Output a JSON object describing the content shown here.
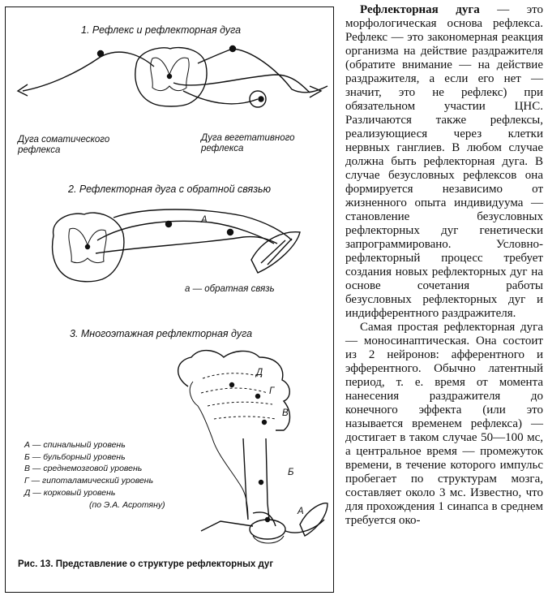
{
  "figure": {
    "panel1_title": "1. Рефлекс и рефлекторная дуга",
    "somatic_label": "Дуга соматического рефлекса",
    "vegetative_label": "Дуга вегетативного рефлекса",
    "panel2_title": "2. Рефлекторная дуга с обратной связью",
    "label_A": "А",
    "feedback_label": "а — обратная связь",
    "panel3_title": "3. Многоэтажная рефлекторная дуга",
    "legend": [
      "А — спинальный уровень",
      "Б — бульборный уровень",
      "В — среднемозговой уровень",
      "Г — гипоталамический уровень",
      "Д — корковый уровень"
    ],
    "source": "(по Э.А. Асротяну)",
    "level_labels": {
      "D": "Д",
      "G": "Г",
      "V": "В",
      "B": "Б",
      "A": "А"
    },
    "caption": "Рис. 13. Представление о структуре рефлекторных дуг"
  },
  "text": {
    "p1_bold": "Рефлекторная дуга",
    "p1_rest": " — это морфологическая основа рефлекса. Рефлекс — это закономерная реакция организма на действие раздражителя (обратите внимание — на действие раздражителя, а если его нет — значит, это не рефлекс) при обязательном участии ЦНС. Различаются также рефлексы, реализующиеся через клетки нервных ганглиев. В любом случае должна быть рефлекторная дуга. В случае безусловных рефлексов она формируется независимо от жизненного опыта индивидуума — становление безусловных рефлекторных дуг генетически запрограммировано. Условно-рефлекторный процесс требует создания новых рефлекторных дуг на основе сочетания работы безусловных рефлекторных дуг и индифферентного раздражителя.",
    "p2": "Самая простая рефлекторная дуга — моносинаптическая. Она состоит из 2 нейронов: афферентного и эфферентного. Обычно латентный период, т. е. время от момента нанесения раздражителя до конечного эффекта (или это называется временем рефлекса) — достигает в таком случае 50—100 мс, а центральное время — промежуток времени, в течение которого импульс пробегает по структурам мозга, составляет около 3 мс. Известно, что для прохождения 1 синапса в среднем требуется око-"
  }
}
